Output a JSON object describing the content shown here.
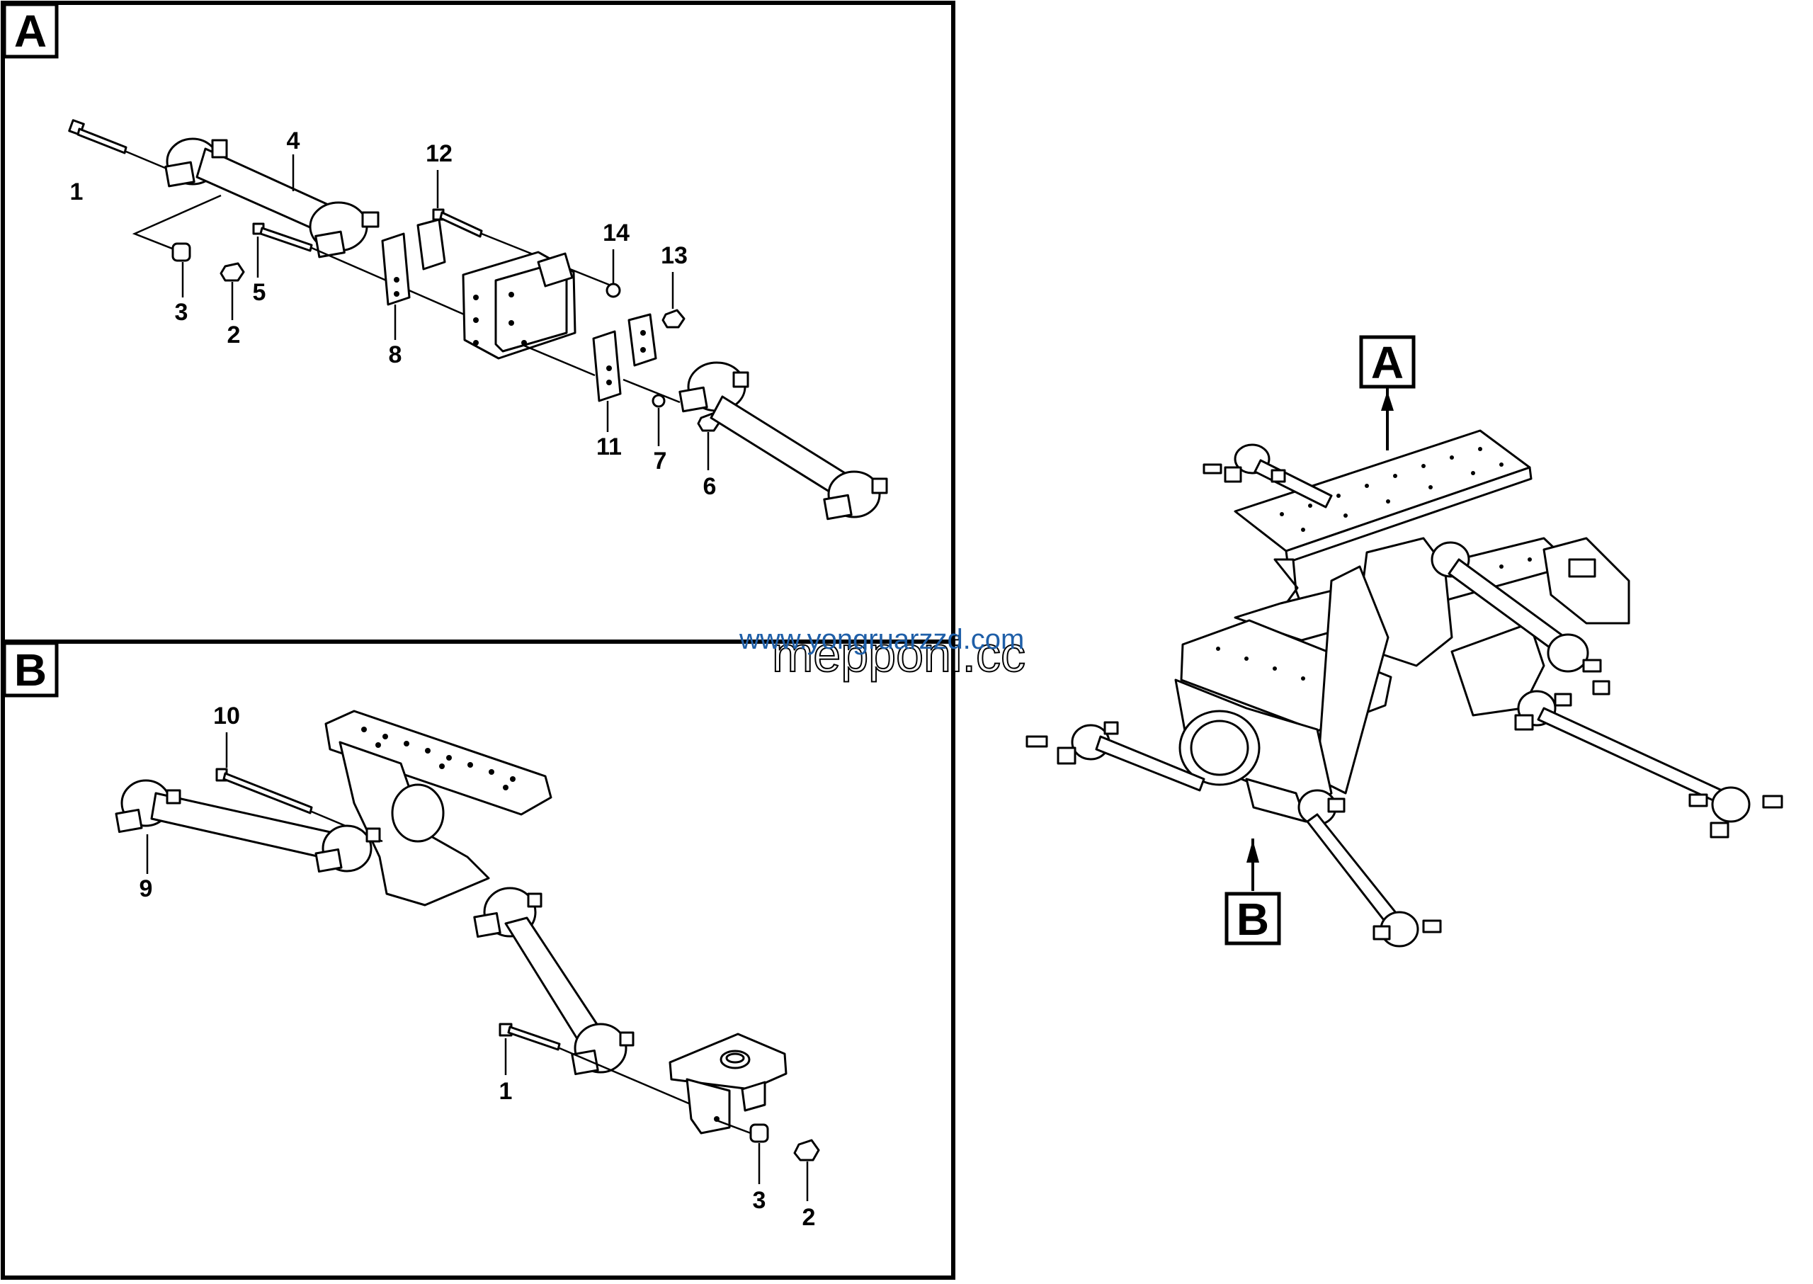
{
  "sections": {
    "A": "A",
    "B": "B"
  },
  "callouts": {
    "overview_a": "A",
    "overview_b": "B"
  },
  "panel_a": {
    "labels": {
      "p1": "1",
      "p2": "2",
      "p3": "3",
      "p4": "4",
      "p5": "5",
      "p6": "6",
      "p7": "7",
      "p8": "8",
      "p11": "11",
      "p12": "12",
      "p13": "13",
      "p14": "14"
    }
  },
  "panel_b": {
    "labels": {
      "p10": "10",
      "p9": "9",
      "p1": "1",
      "p3": "3",
      "p2": "2"
    }
  },
  "watermark": {
    "url": "www.yongruarzzd.com",
    "brand": "mepponi.cc"
  }
}
